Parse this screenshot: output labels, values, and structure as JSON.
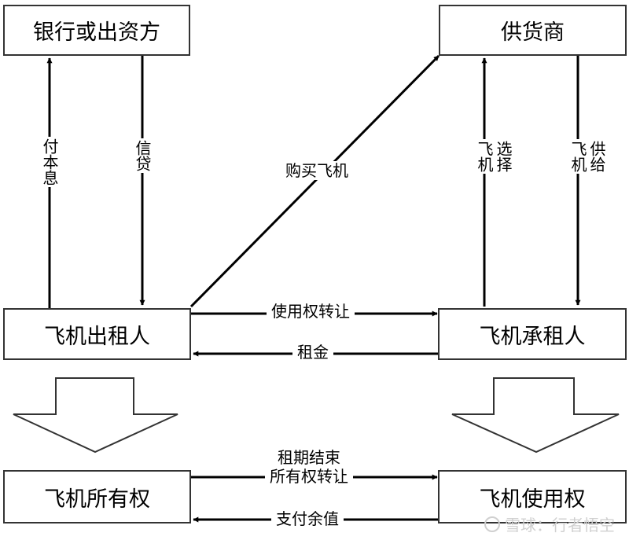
{
  "nodes": {
    "bank": "银行或出资方",
    "supplier": "供货商",
    "lessor": "飞机出租人",
    "lessee": "飞机承租人",
    "ownership": "飞机所有权",
    "use_right": "飞机使用权"
  },
  "edges": {
    "pay_interest": "付本息",
    "credit": "信贷",
    "buy_plane": "购买飞机",
    "select_plane": [
      "选择",
      "飞机"
    ],
    "supply_plane": [
      "供给",
      "飞机"
    ],
    "transfer_use": "使用权转让",
    "rent": "租金",
    "term_end_line1": "租期结束",
    "term_end_line2": "所有权转让",
    "residual_payment": "支付余值"
  },
  "watermark": "雪球：行者悟空",
  "colors": {
    "stroke": "#000000",
    "box_border": "#333333",
    "watermark": "#d0d0d0"
  }
}
